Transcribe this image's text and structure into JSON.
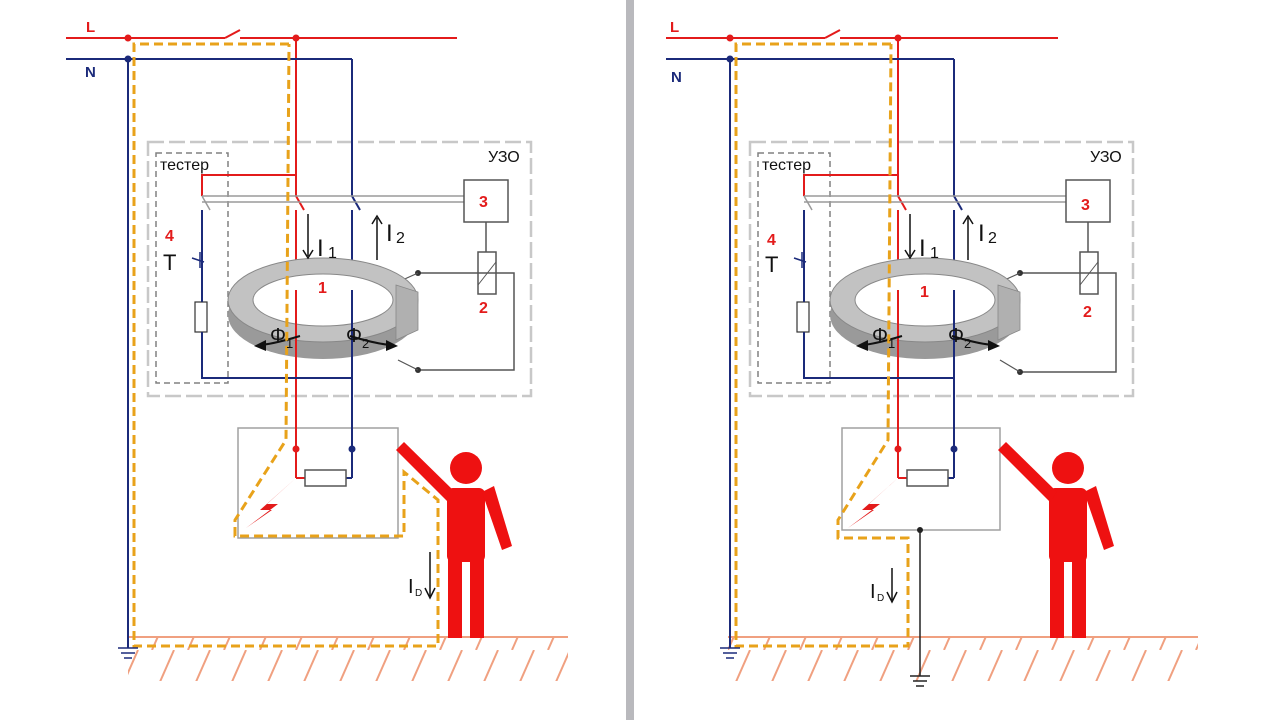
{
  "panels": [
    {
      "id": "left",
      "labels": {
        "phase": "L",
        "neutral": "N",
        "device": "УЗО",
        "tester": "тестер",
        "core": "1",
        "relay": "2",
        "trip_unit": "3",
        "test_button": "4",
        "current_in": "I",
        "current_in_sub": "1",
        "current_out": "I",
        "current_out_sub": "2",
        "flux1": "Φ",
        "flux1_sub": "1",
        "flux2": "Φ",
        "flux2_sub": "2",
        "leak": "I",
        "leak_sub": "D",
        "button_symbol": "T"
      }
    },
    {
      "id": "right",
      "labels": {
        "phase": "L",
        "neutral": "N",
        "device": "УЗО",
        "tester": "тестер",
        "core": "1",
        "relay": "2",
        "trip_unit": "3",
        "test_button": "4",
        "current_in": "I",
        "current_in_sub": "1",
        "current_out": "I",
        "current_out_sub": "2",
        "flux1": "Φ",
        "flux1_sub": "1",
        "flux2": "Φ",
        "flux2_sub": "2",
        "leak": "I",
        "leak_sub": "D",
        "button_symbol": "T"
      }
    }
  ],
  "colors": {
    "phase": "#e31b1b",
    "neutral": "#1b2a7a",
    "fault_path": "#e8a21a",
    "person": "#ee1111",
    "ground": "#f0a080",
    "device_frame": "#c8c8c8",
    "divider": "#b9b9bd",
    "core": "#a8a8a8"
  }
}
